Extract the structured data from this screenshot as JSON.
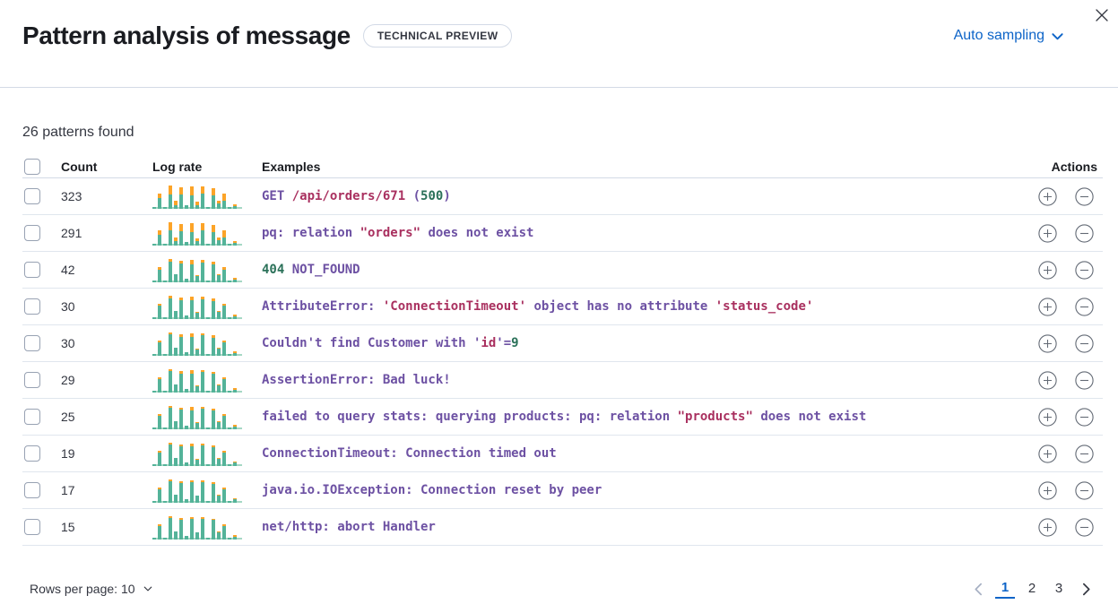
{
  "header": {
    "title": "Pattern analysis of message",
    "badge": "TECHNICAL PREVIEW",
    "sampling_label": "Auto sampling"
  },
  "summary": "26 patterns found",
  "colors": {
    "accent_blue": "#0d64c8",
    "teal": "#54b399",
    "teal_light": "#a6d8c5",
    "orange": "#fca428",
    "purple": "#6d51a3",
    "red": "#a9305f",
    "green": "#2b7159",
    "icon_grey": "#636a75",
    "disabled_grey": "#a6b0c3",
    "dark": "#343741"
  },
  "table": {
    "columns": {
      "count": "Count",
      "log_rate": "Log rate",
      "examples": "Examples",
      "actions": "Actions"
    },
    "spark_heights": [
      0.07,
      0.62,
      0.05,
      0.97,
      0.33,
      0.9,
      0.14,
      0.93,
      0.3,
      0.92,
      0.06,
      0.86,
      0.33,
      0.64,
      0.08,
      0.2
    ],
    "rows": [
      {
        "count": "323",
        "orange": [
          0,
          0.28,
          0,
          0.38,
          0.5,
          0.32,
          0,
          0.4,
          0.45,
          0.3,
          0,
          0.36,
          0.35,
          0.48,
          0,
          0.4
        ],
        "example": [
          {
            "text": "GET ",
            "color": "purple"
          },
          {
            "text": "/api/orders/671",
            "color": "red"
          },
          {
            "text": " (",
            "color": "purple"
          },
          {
            "text": "500",
            "color": "green"
          },
          {
            "text": ")",
            "color": "purple"
          }
        ]
      },
      {
        "count": "291",
        "orange": [
          0,
          0.3,
          0,
          0.36,
          0.45,
          0.34,
          0,
          0.38,
          0.42,
          0.32,
          0,
          0.36,
          0.38,
          0.45,
          0,
          0.35
        ],
        "example": [
          {
            "text": "pq: relation ",
            "color": "purple"
          },
          {
            "text": "\"orders\"",
            "color": "red"
          },
          {
            "text": " does not exist",
            "color": "purple"
          }
        ]
      },
      {
        "count": "42",
        "orange": [
          0,
          0.15,
          0,
          0.1,
          0,
          0.12,
          0,
          0.18,
          0.14,
          0.1,
          0,
          0.12,
          0.12,
          0.15,
          0,
          0.35
        ],
        "example": [
          {
            "text": "404",
            "color": "green"
          },
          {
            "text": " NOT_FOUND",
            "color": "purple"
          }
        ]
      },
      {
        "count": "30",
        "orange": [
          0,
          0.14,
          0,
          0.1,
          0,
          0.12,
          0,
          0.16,
          0.13,
          0.1,
          0,
          0.11,
          0.12,
          0.14,
          0,
          0.32
        ],
        "example": [
          {
            "text": "AttributeError: ",
            "color": "purple"
          },
          {
            "text": "'ConnectionTimeout'",
            "color": "red"
          },
          {
            "text": " object has no attribute ",
            "color": "purple"
          },
          {
            "text": "'status_code'",
            "color": "red"
          }
        ]
      },
      {
        "count": "30",
        "orange": [
          0,
          0.14,
          0,
          0.09,
          0,
          0.11,
          0,
          0.15,
          0.12,
          0.09,
          0,
          0.11,
          0.11,
          0.14,
          0,
          0.3
        ],
        "example": [
          {
            "text": "Couldn't find Customer with '",
            "color": "purple"
          },
          {
            "text": "id",
            "color": "red"
          },
          {
            "text": "'=",
            "color": "purple"
          },
          {
            "text": "9",
            "color": "green"
          }
        ]
      },
      {
        "count": "29",
        "orange": [
          0,
          0.14,
          0,
          0.09,
          0,
          0.11,
          0,
          0.15,
          0.12,
          0.09,
          0,
          0.1,
          0.11,
          0.13,
          0,
          0.3
        ],
        "example": [
          {
            "text": "AssertionError: Bad luck!",
            "color": "purple"
          }
        ]
      },
      {
        "count": "25",
        "orange": [
          0,
          0.13,
          0,
          0.08,
          0,
          0.1,
          0,
          0.14,
          0.11,
          0.09,
          0,
          0.1,
          0.1,
          0.13,
          0,
          0.3
        ],
        "example": [
          {
            "text": "failed to query stats: querying products: pq: relation ",
            "color": "purple"
          },
          {
            "text": "\"products\"",
            "color": "red"
          },
          {
            "text": " does not exist",
            "color": "purple"
          }
        ]
      },
      {
        "count": "19",
        "orange": [
          0,
          0.12,
          0,
          0.08,
          0,
          0.09,
          0,
          0.1,
          0.1,
          0.08,
          0,
          0.08,
          0.1,
          0.12,
          0,
          0.28
        ],
        "example": [
          {
            "text": "ConnectionTimeout: Connection timed out",
            "color": "purple"
          }
        ]
      },
      {
        "count": "17",
        "orange": [
          0,
          0.12,
          0,
          0.07,
          0,
          0.08,
          0,
          0.08,
          0,
          0.07,
          0,
          0.07,
          0.1,
          0.12,
          0,
          0.28
        ],
        "example": [
          {
            "text": "java.io.IOException: Connection reset by peer",
            "color": "purple"
          }
        ]
      },
      {
        "count": "15",
        "orange": [
          0,
          0.12,
          0,
          0.06,
          0,
          0.07,
          0,
          0.06,
          0,
          0.06,
          0,
          0.06,
          0.1,
          0.12,
          0,
          0.3
        ],
        "example": [
          {
            "text": "net/http: abort Handler",
            "color": "purple"
          }
        ]
      }
    ]
  },
  "footer": {
    "rows_per_page_label": "Rows per page: 10",
    "pages": [
      "1",
      "2",
      "3"
    ],
    "active_page": "1"
  }
}
